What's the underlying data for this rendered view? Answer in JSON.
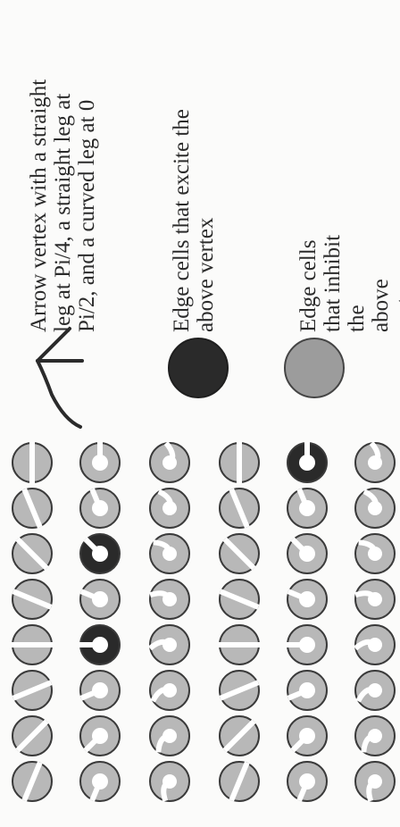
{
  "legend": {
    "arrow_vertex": "Arrow vertex with a straight\nleg at Pi/4, a straight leg at\nPi/2, and a curved leg at 0",
    "excite": "Edge cells that excite the\nabove vertex",
    "inhibit": "Edge cells that inhibit the\nabove vertex"
  },
  "colors": {
    "excite": "#2a2a2a",
    "inhibit": "#9a9a9a",
    "neutral": "#b8b8b8",
    "edge": "#3a3a3a",
    "background": "#fbfbfa"
  },
  "grid": {
    "columns": [
      "curved",
      "straight",
      "oriented",
      "curved",
      "straight",
      "oriented"
    ],
    "rows": 8,
    "active_cells": [
      {
        "col": 1,
        "row": 0,
        "state": "excite"
      },
      {
        "col": 4,
        "row": 2,
        "state": "excite"
      },
      {
        "col": 4,
        "row": 4,
        "state": "excite"
      }
    ]
  }
}
